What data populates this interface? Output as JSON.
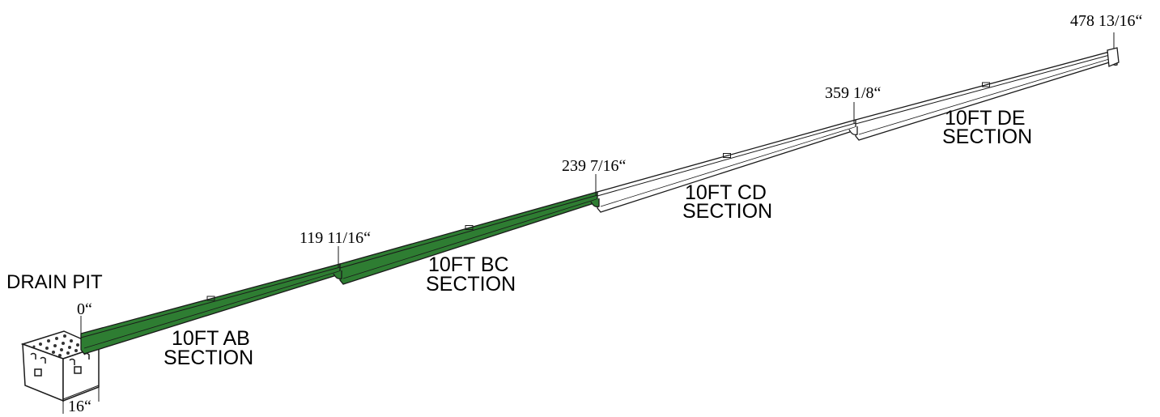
{
  "drain_pit": {
    "title": "DRAIN PIT",
    "width_label": "16“",
    "start_label": "0“"
  },
  "stations": [
    {
      "label": "119 11/16“"
    },
    {
      "label": "239 7/16“"
    },
    {
      "label": "359 1/8“"
    },
    {
      "label": "478 13/16“"
    }
  ],
  "sections": [
    {
      "line1": "10FT AB",
      "line2": "SECTION",
      "color": "#2e7d32"
    },
    {
      "line1": "10FT BC",
      "line2": "SECTION",
      "color": "#2e7d32"
    },
    {
      "line1": "10FT CD",
      "line2": "SECTION",
      "color": "#ffffff"
    },
    {
      "line1": "10FT DE",
      "line2": "SECTION",
      "color": "#ffffff"
    }
  ],
  "colors": {
    "installed": "#2e7d32",
    "outline": "#1a1a1a"
  }
}
